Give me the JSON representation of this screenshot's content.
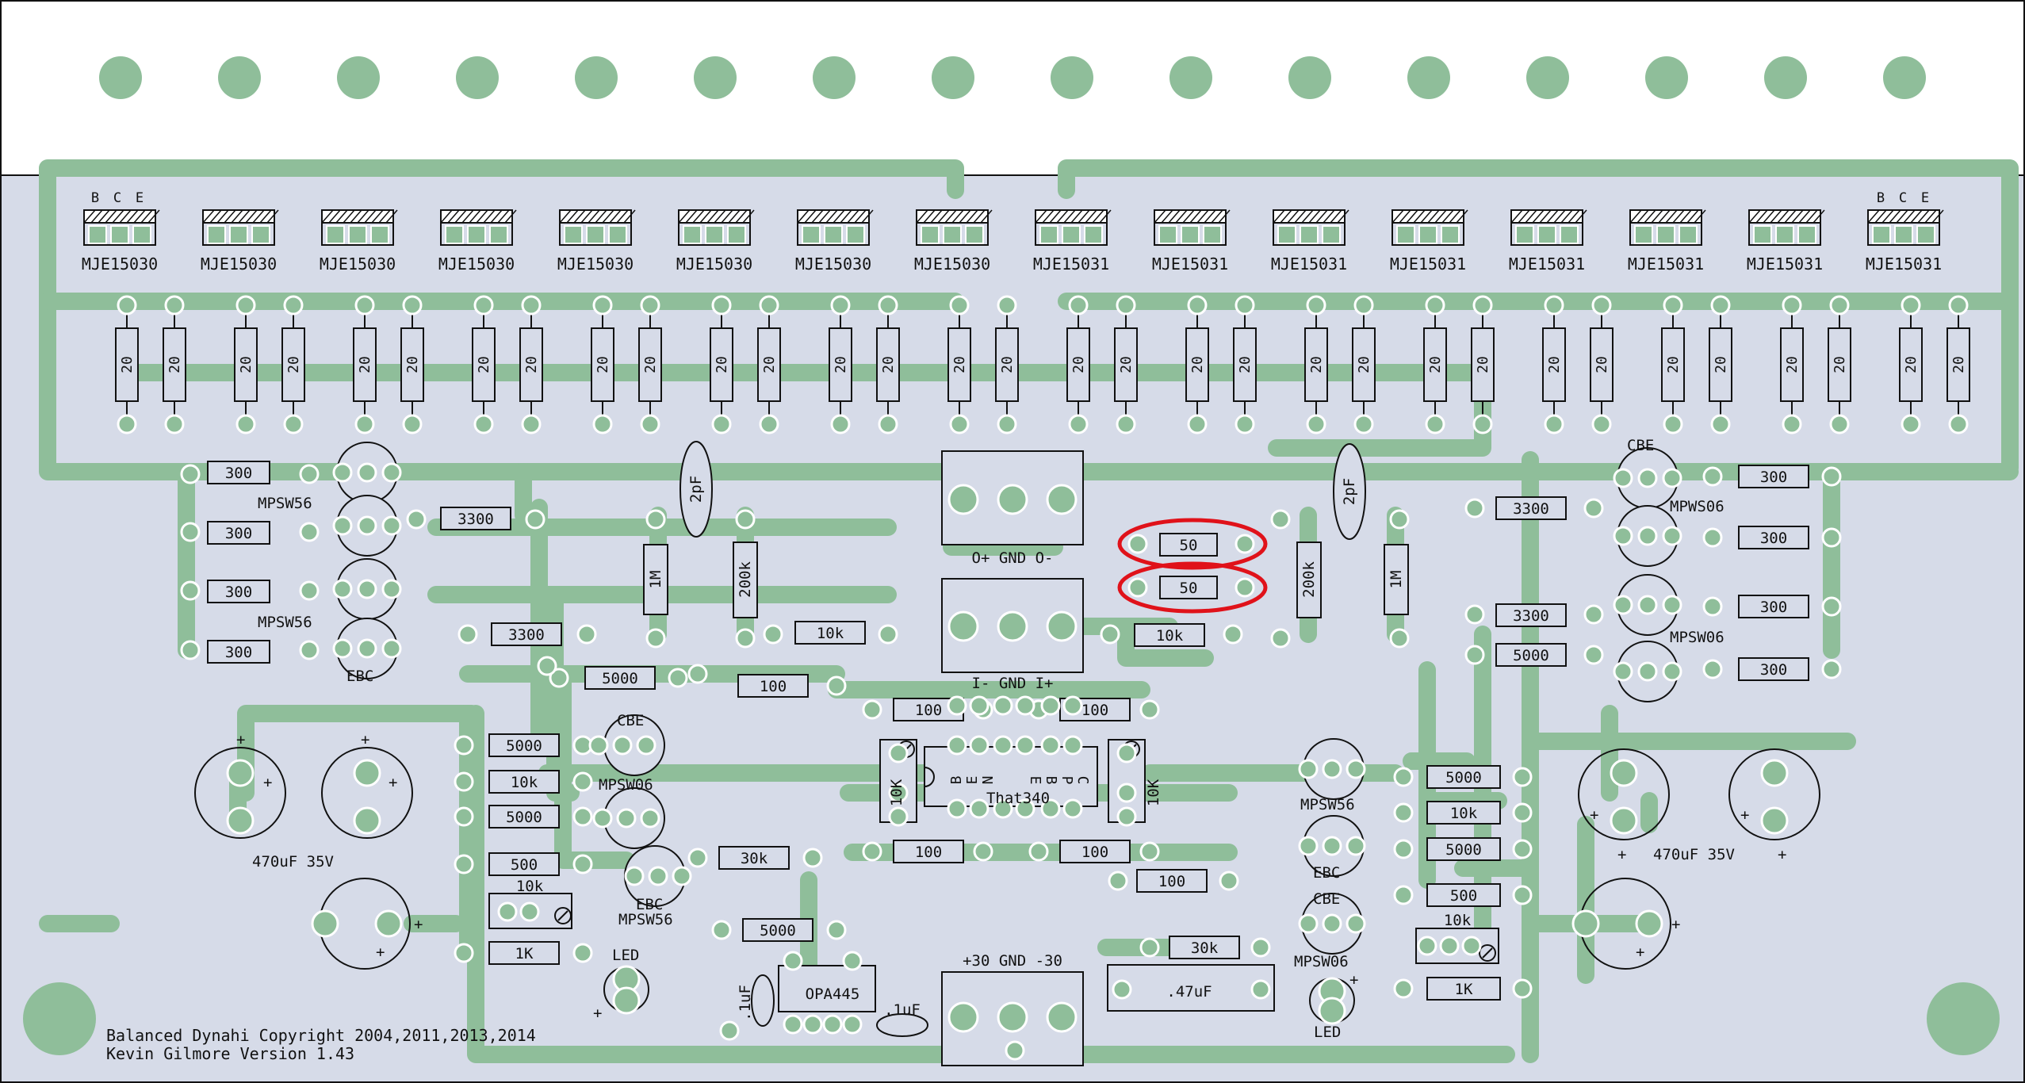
{
  "colors": {
    "board_fill": "#d6dbe8",
    "trace": "#8fbe9a",
    "outline": "#111111",
    "highlight": "#e0121a"
  },
  "top_pads_count": 16,
  "transistors": {
    "left_part": "MJE15030",
    "right_part": "MJE15031",
    "pinout": [
      "B",
      "C",
      "E"
    ]
  },
  "emitter_resistor_value": "20",
  "labels": {
    "r300": "300",
    "r3300": "3300",
    "r50": "50",
    "r1M": "1M",
    "r200k": "200k",
    "r10k": "10k",
    "r100": "100",
    "r5000": "5000",
    "r500": "500",
    "r30k": "30k",
    "r1K": "1K",
    "cap2pF": "2pF",
    "cap_bulk": "470uF  35V",
    "cap047": ".47uF",
    "cap1uF": ".1uF",
    "out_connector": "O+  GND  O-",
    "in_connector": "I-  GND  I+",
    "pwr_connector": "+30  GND  -30",
    "ic_main": "That340",
    "ic_opamp": "OPA445",
    "pot": "10K",
    "led": "LED",
    "mpsw56": "MPSW56",
    "mpsw06": "MPSW06",
    "mpws06": "MPWS06",
    "ebc": "EBC",
    "cbe": "CBE",
    "plus": "+",
    "that_pins_left": [
      "B",
      "E",
      "N"
    ],
    "that_pins_right": [
      "E",
      "B",
      "P",
      "C"
    ]
  },
  "footer": {
    "line1": "Balanced Dynahi Copyright 2004,2011,2013,2014",
    "line2": "Kevin Gilmore   Version 1.43"
  }
}
